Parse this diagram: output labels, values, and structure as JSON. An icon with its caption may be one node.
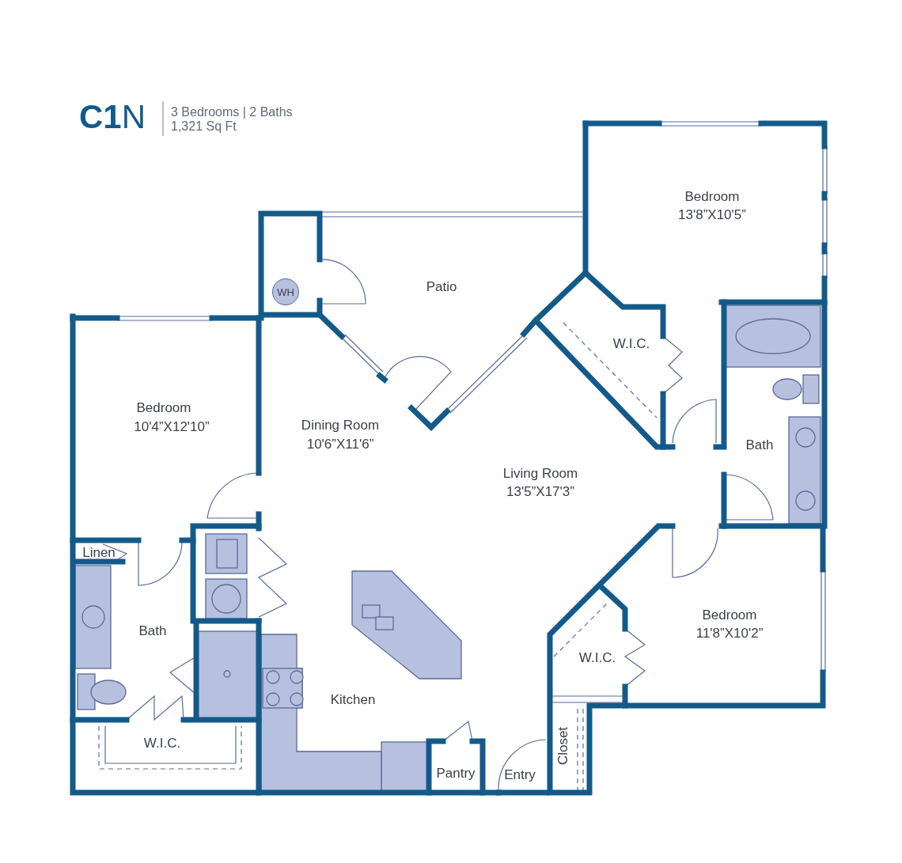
{
  "diagram": {
    "title": "**C1**N",
    "nodes": [
      {
        "text": [
          "WH"
        ]
      }
    ],
    "labels": [
      "3 Bedrooms | 2 Baths",
      "1,321 Sq Ft",
      "Bedroom",
      "13'8”X10'5”",
      "Patio",
      "W.I.C.",
      "Bedroom",
      "10'4”X12'10”",
      "Dining Room",
      "10'6”X11'6”",
      "Bath",
      "Living Room",
      "13'5”X17'3”",
      "Linen",
      "Bath",
      "Bedroom",
      "11'8”X10'2”",
      "W.I.C.",
      "Kitchen",
      "W.I.C.",
      "Closet",
      "Pantry",
      "Entry"
    ]
  }
}
